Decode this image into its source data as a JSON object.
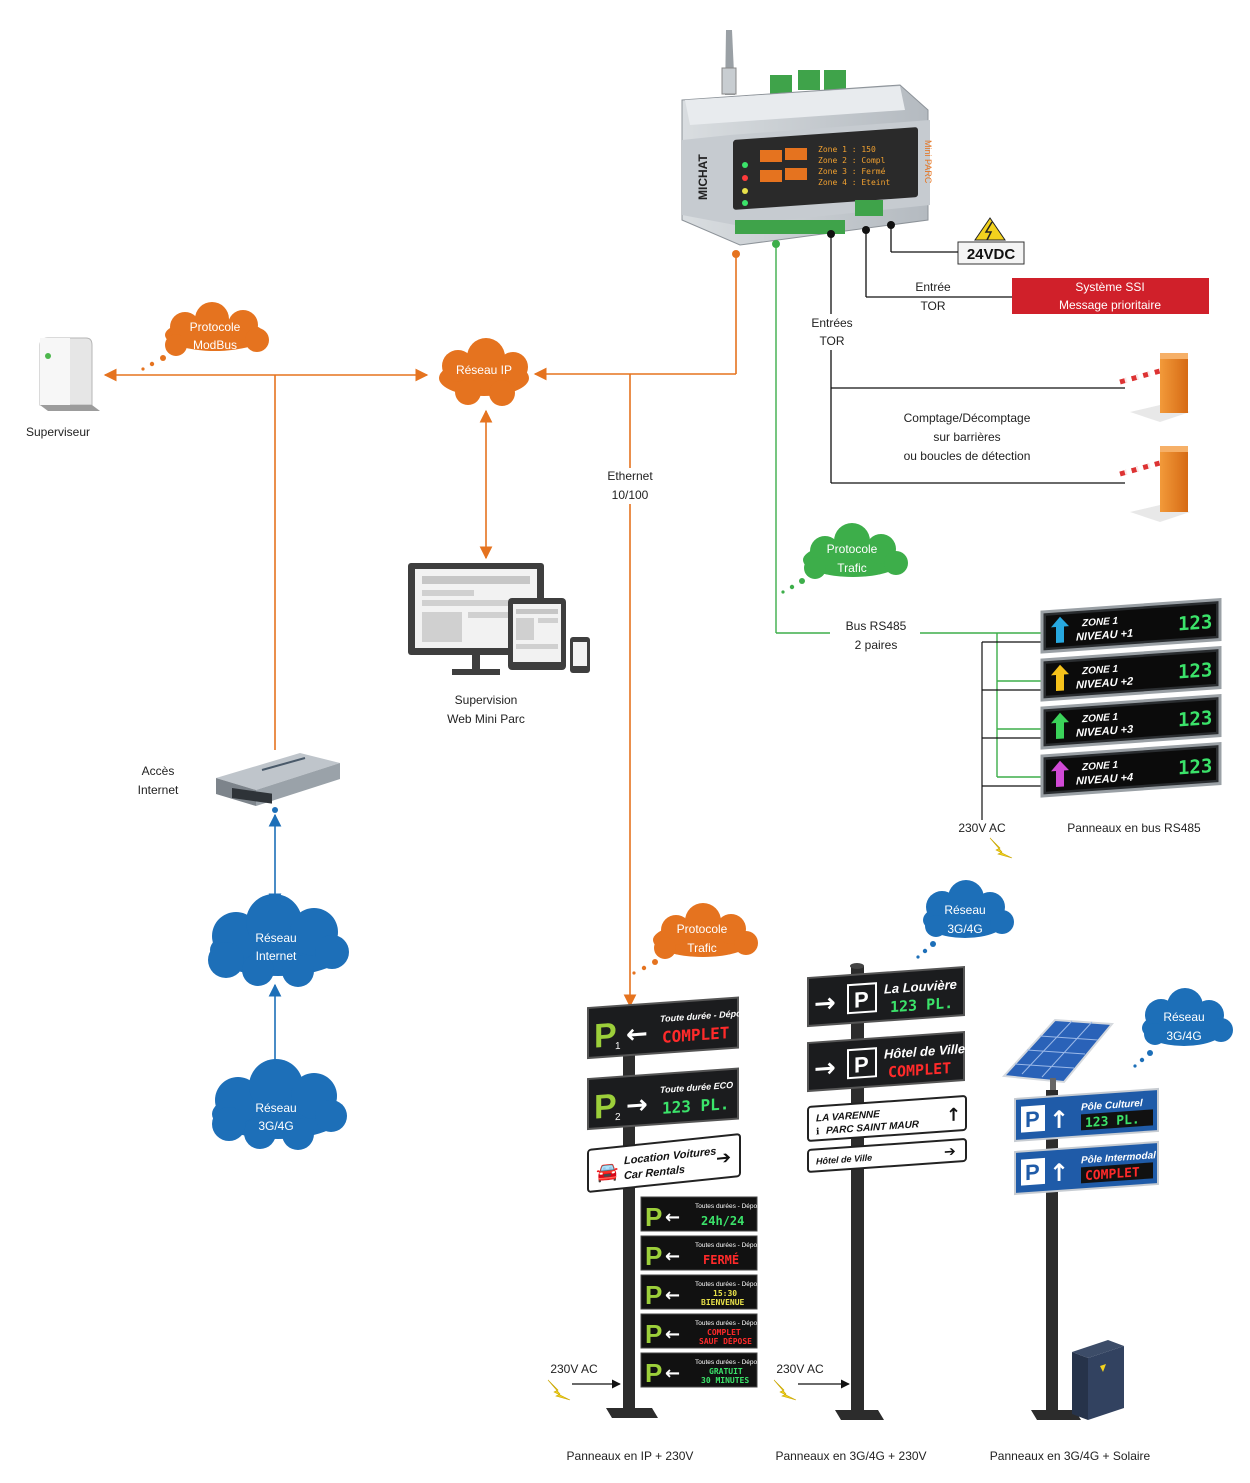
{
  "controller": {
    "brand": "MICHAT",
    "model": "Mini PARC",
    "screen_lines": [
      "Zone 1 : 150",
      "Zone 2 : Compl",
      "Zone 3 : Fermé",
      "Zone 4 : Eteint"
    ]
  },
  "power_24": "24VDC",
  "ssi": {
    "line1": "Système SSI",
    "line2": "Message prioritaire"
  },
  "entree_tor": {
    "line1": "Entrée",
    "line2": "TOR"
  },
  "entrees_tor": {
    "line1": "Entrées",
    "line2": "TOR"
  },
  "comptage": {
    "line1": "Comptage/Décomptage",
    "line2": "sur barrières",
    "line3": "ou boucles de détection"
  },
  "cloud_modbus": {
    "line1": "Protocole",
    "line2": "ModBus"
  },
  "cloud_reseau_ip": "Réseau IP",
  "superviseur": "Superviseur",
  "ethernet": {
    "line1": "Ethernet",
    "line2": "10/100"
  },
  "cloud_trafic_top": {
    "line1": "Protocole",
    "line2": "Trafic"
  },
  "bus": {
    "line1": "Bus RS485",
    "line2": "2 paires"
  },
  "rs485_panels": [
    {
      "zone": "ZONE 1",
      "niveau": "NIVEAU +1",
      "count": "123",
      "arrow_color": "#27a8e0",
      "text_color": "#27a8e0"
    },
    {
      "zone": "ZONE 1",
      "niveau": "NIVEAU +2",
      "count": "123",
      "arrow_color": "#f6c21b",
      "text_color": "#f6c21b"
    },
    {
      "zone": "ZONE 1",
      "niveau": "NIVEAU +3",
      "count": "123",
      "arrow_color": "#3bd35a",
      "text_color": "#3bd35a"
    },
    {
      "zone": "ZONE 1",
      "niveau": "NIVEAU +4",
      "count": "123",
      "arrow_color": "#d14ad6",
      "text_color": "#d14ad6"
    }
  ],
  "rs485_power": "230V AC",
  "rs485_caption": "Panneaux en bus RS485",
  "supervision_web": {
    "line1": "Supervision",
    "line2": "Web Mini Parc"
  },
  "acces_internet": {
    "line1": "Accès",
    "line2": "Internet"
  },
  "cloud_reseau_internet": {
    "line1": "Réseau",
    "line2": "Internet"
  },
  "cloud_3g_left": {
    "line1": "Réseau",
    "line2": "3G/4G"
  },
  "cloud_trafic_bottom": {
    "line1": "Protocole",
    "line2": "Trafic"
  },
  "cloud_3g_mid": {
    "line1": "Réseau",
    "line2": "3G/4G"
  },
  "cloud_3g_right": {
    "line1": "Réseau",
    "line2": "3G/4G"
  },
  "ip_mast": {
    "sign1": {
      "sub": "1",
      "title": "Toute durée - Dépose",
      "led": "COMPLET"
    },
    "sign2": {
      "sub": "2",
      "title": "Toute durée ECO",
      "led": "123 PL."
    },
    "sign3": {
      "line1": "Location Voitures",
      "line2": "Car Rentals"
    },
    "small_signs": [
      {
        "title": "Toutes durées - Dépose",
        "led1": "24h/24",
        "led2": ""
      },
      {
        "title": "Toutes durées - Dépose",
        "led1": "FERMÉ",
        "led2": ""
      },
      {
        "title": "Toutes durées - Dépose",
        "led1": "15:30",
        "led2": "BIENVENUE"
      },
      {
        "title": "Toutes durées - Dépose",
        "led1": "COMPLET",
        "led2": "SAUF DÉPOSE"
      },
      {
        "title": "Toutes durées - Dépose",
        "led1": "GRATUIT",
        "led2": "30 MINUTES"
      }
    ],
    "power": "230V AC",
    "caption": "Panneaux en IP + 230V"
  },
  "g4_mast": {
    "sign1": {
      "title": "La Louvière",
      "led": "123 PL."
    },
    "sign2": {
      "title": "Hôtel de Ville",
      "led": "COMPLET"
    },
    "sign3": {
      "line1": "LA VARENNE",
      "line2": "PARC SAINT MAUR"
    },
    "sign4": "Hôtel de Ville",
    "power": "230V AC",
    "caption": "Panneaux en 3G/4G + 230V"
  },
  "solar_mast": {
    "sign1": {
      "title": "Pôle Culturel",
      "led": "123 PL."
    },
    "sign2": {
      "title": "Pôle Intermodal",
      "led": "COMPLET"
    },
    "caption": "Panneaux en 3G/4G + Solaire"
  },
  "colors": {
    "orange": "#e5731f",
    "green": "#3dae4a",
    "blue": "#1d6fb8",
    "red": "#d0202a"
  }
}
